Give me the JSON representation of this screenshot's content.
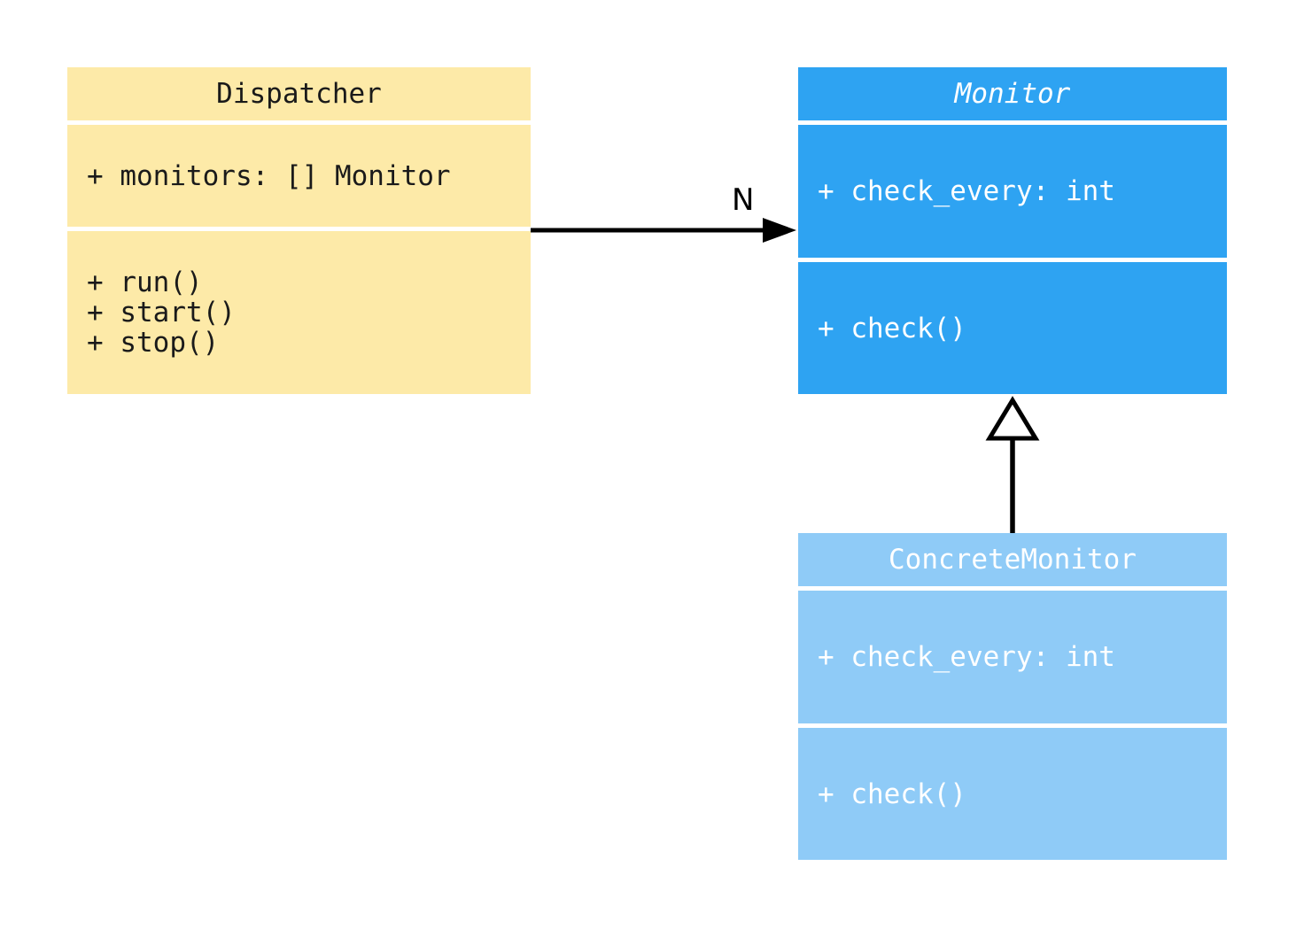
{
  "diagram": {
    "type": "uml-class-diagram",
    "background": "#ffffff",
    "edge_color": "#000000",
    "classes": [
      {
        "name": "Dispatcher",
        "abstract": false,
        "fill": "#fdeaa8",
        "text_color": "#000000",
        "attributes": [
          "+ monitors: [] Monitor"
        ],
        "methods": [
          "+ run()",
          "+ start()",
          "+ stop()"
        ]
      },
      {
        "name": "Monitor",
        "abstract": true,
        "fill": "#2ea3f2",
        "text_color": "#ffffff",
        "attributes": [
          "+ check_every: int"
        ],
        "methods": [
          "+ check()"
        ]
      },
      {
        "name": "ConcreteMonitor",
        "abstract": false,
        "fill": "#8fcbf7",
        "text_color": "#ffffff",
        "attributes": [
          "+ check_every: int"
        ],
        "methods": [
          "+ check()"
        ]
      }
    ],
    "relations": [
      {
        "type": "association",
        "from": "Dispatcher",
        "to": "Monitor",
        "label": "N"
      },
      {
        "type": "generalization",
        "from": "ConcreteMonitor",
        "to": "Monitor",
        "label": ""
      }
    ]
  }
}
